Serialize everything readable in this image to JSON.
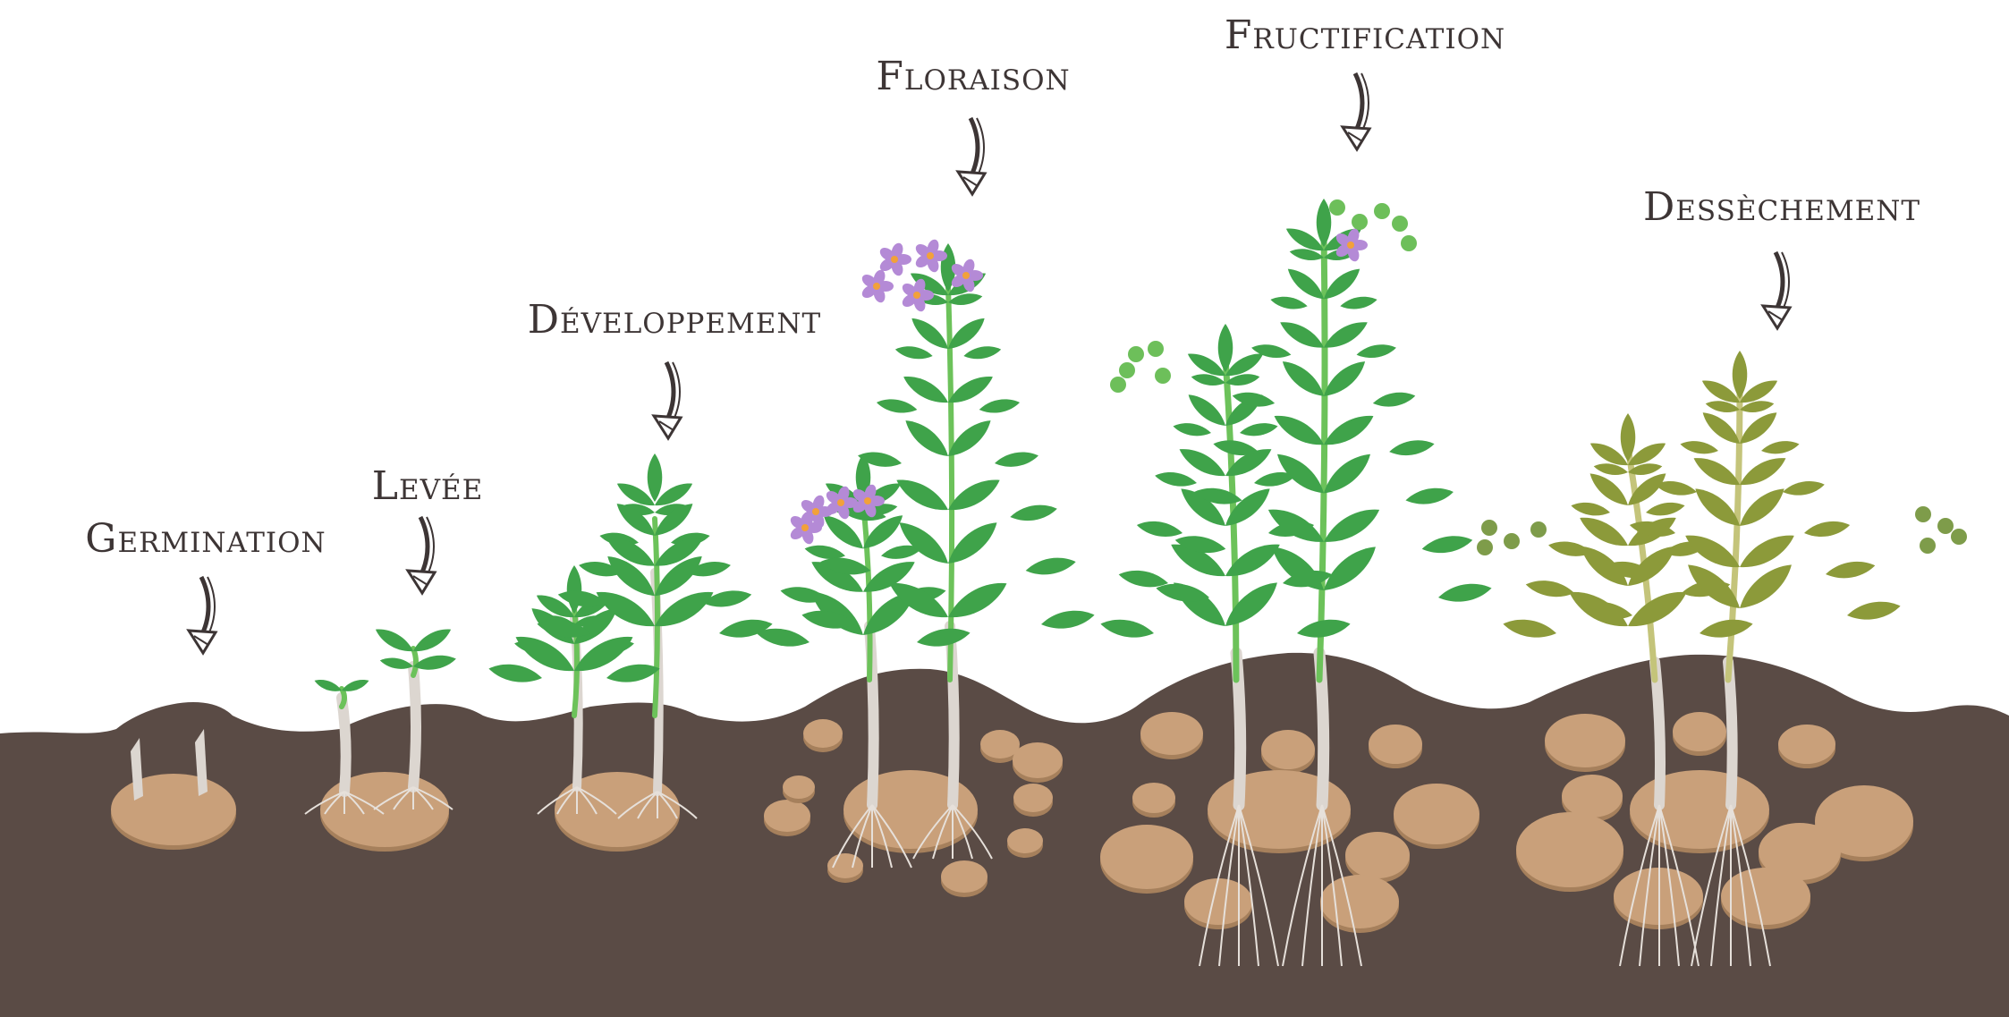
{
  "title": "",
  "colors": {
    "soil": "#5a4b45",
    "soil_dark": "#4c3f3a",
    "tuber": "#c9a07a",
    "tuber_shadow": "#a6805c",
    "leaf": "#3fa34a",
    "leaf_dark": "#2f8a3a",
    "stem": "#6cc25a",
    "root_stem": "#dcd6d0",
    "flower": "#b48ad6",
    "dry_leaf": "#8c9a3a",
    "dry_stem": "#c4c47a",
    "label": "#3d3535"
  },
  "stages": [
    {
      "label": "Germination",
      "order": 1
    },
    {
      "label": "Levée",
      "order": 2
    },
    {
      "label": "Développement",
      "order": 3
    },
    {
      "label": "Floraison",
      "order": 4
    },
    {
      "label": "Fructification",
      "order": 5
    },
    {
      "label": "Dessèchement",
      "order": 6
    }
  ],
  "icons": {
    "arrow": "curved-down-arrow-icon",
    "tuber": "potato-tuber-icon",
    "plant": "potato-plant-icon"
  }
}
